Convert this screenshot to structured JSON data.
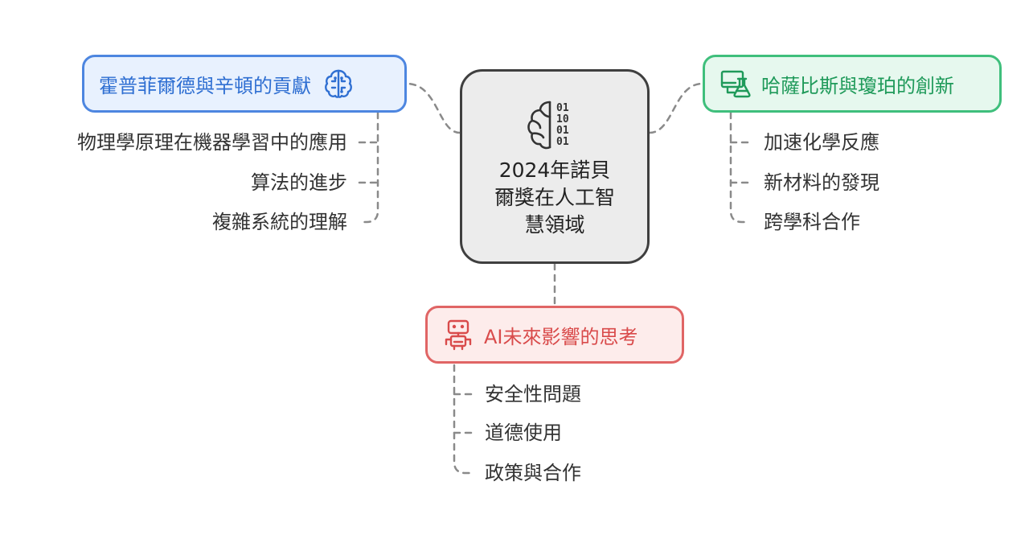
{
  "center": {
    "title": "2024年諾貝爾獎在人工智慧領域",
    "icon": "brain-binary-icon"
  },
  "branches": [
    {
      "label": "霍普菲爾德與辛頓的貢獻",
      "icon": "brain-icon",
      "color": "#4d86e0",
      "fill": "#e8f1fe",
      "children": [
        "物理學原理在機器學習中的應用",
        "算法的進步",
        "複雜系統的理解"
      ]
    },
    {
      "label": "哈薩比斯與瓊珀的創新",
      "icon": "computer-flask-icon",
      "color": "#3fbf7c",
      "fill": "#e6f8ee",
      "children": [
        "加速化學反應",
        "新材料的發現",
        "跨學科合作"
      ]
    },
    {
      "label": "AI未來影響的思考",
      "icon": "robot-icon",
      "color": "#e06565",
      "fill": "#fdeceb",
      "children": [
        "安全性問題",
        "道德使用",
        "政策與合作"
      ]
    }
  ]
}
